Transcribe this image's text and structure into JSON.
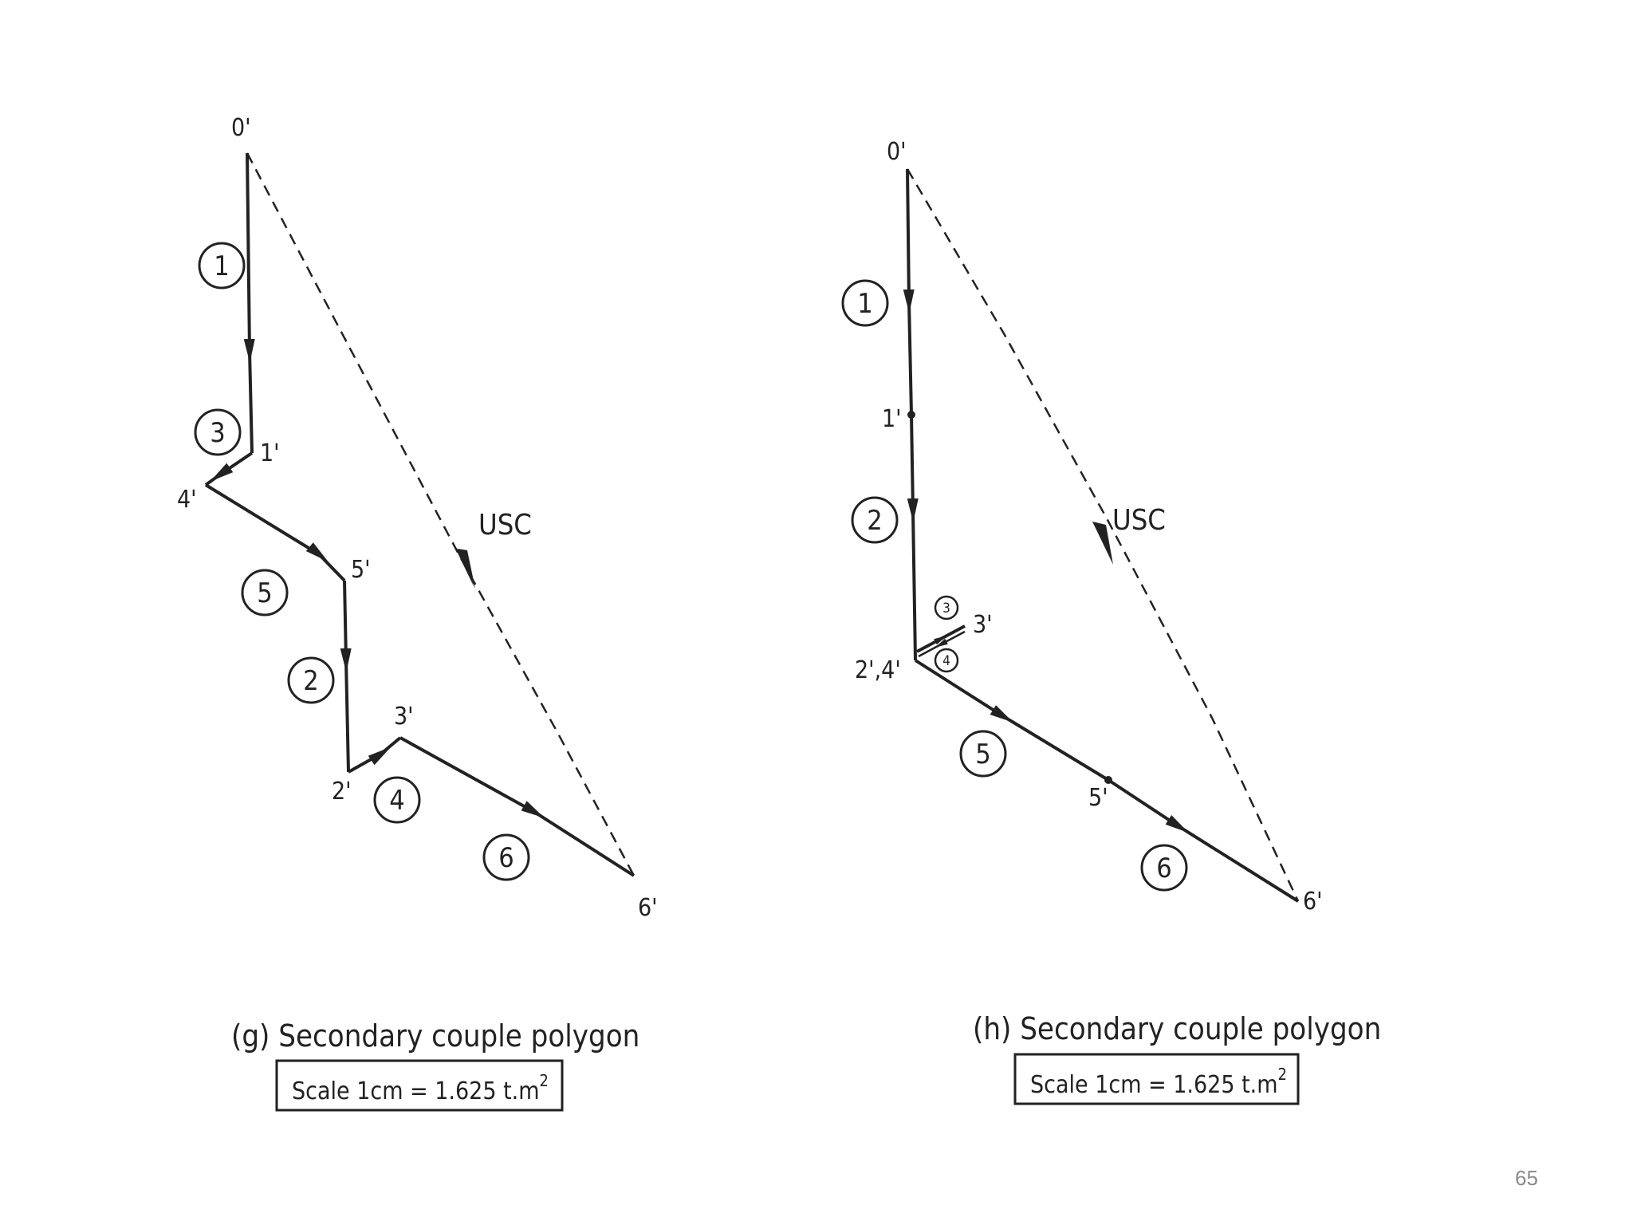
{
  "figures": [
    {
      "id": "g",
      "caption": "(g) Secondary couple polygon",
      "scale_text": "Scale 1cm = 1.625 t.m",
      "scale_sup": "2",
      "resultant_label": "USC",
      "points": [
        {
          "id": "p0",
          "label": "0'"
        },
        {
          "id": "p1",
          "label": "1'"
        },
        {
          "id": "p4",
          "label": "4'"
        },
        {
          "id": "p5",
          "label": "5'"
        },
        {
          "id": "p2",
          "label": "2'"
        },
        {
          "id": "p3",
          "label": "3'"
        },
        {
          "id": "p6",
          "label": "6'"
        }
      ],
      "vectors": [
        {
          "number": "1",
          "from": "0'",
          "to": "1'"
        },
        {
          "number": "3",
          "from": "1'",
          "to": "4'"
        },
        {
          "number": "5",
          "from": "4'",
          "to": "5'"
        },
        {
          "number": "2",
          "from": "5'",
          "to": "2'"
        },
        {
          "number": "4",
          "from": "2'",
          "to": "3'"
        },
        {
          "number": "6",
          "from": "3'",
          "to": "6'"
        }
      ]
    },
    {
      "id": "h",
      "caption": "(h) Secondary couple polygon",
      "scale_text": "Scale 1cm = 1.625 t.m",
      "scale_sup": "2",
      "resultant_label": "USC",
      "points": [
        {
          "id": "p0",
          "label": "0'"
        },
        {
          "id": "p1",
          "label": "1'"
        },
        {
          "id": "p24",
          "label": "2',4'"
        },
        {
          "id": "p3",
          "label": "3'"
        },
        {
          "id": "p5",
          "label": "5'"
        },
        {
          "id": "p6",
          "label": "6'"
        }
      ],
      "vectors": [
        {
          "number": "1",
          "from": "0'",
          "to": "1'"
        },
        {
          "number": "2",
          "from": "1'",
          "to": "2'"
        },
        {
          "number": "3",
          "from": "2'",
          "to": "3'"
        },
        {
          "number": "4",
          "from": "3'",
          "to": "4'"
        },
        {
          "number": "5",
          "from": "4'",
          "to": "5'"
        },
        {
          "number": "6",
          "from": "5'",
          "to": "6'"
        }
      ]
    }
  ],
  "page_number": "65",
  "colors": {
    "ink": "#222222",
    "page_number": "#8a8a8a",
    "background": "#ffffff"
  }
}
